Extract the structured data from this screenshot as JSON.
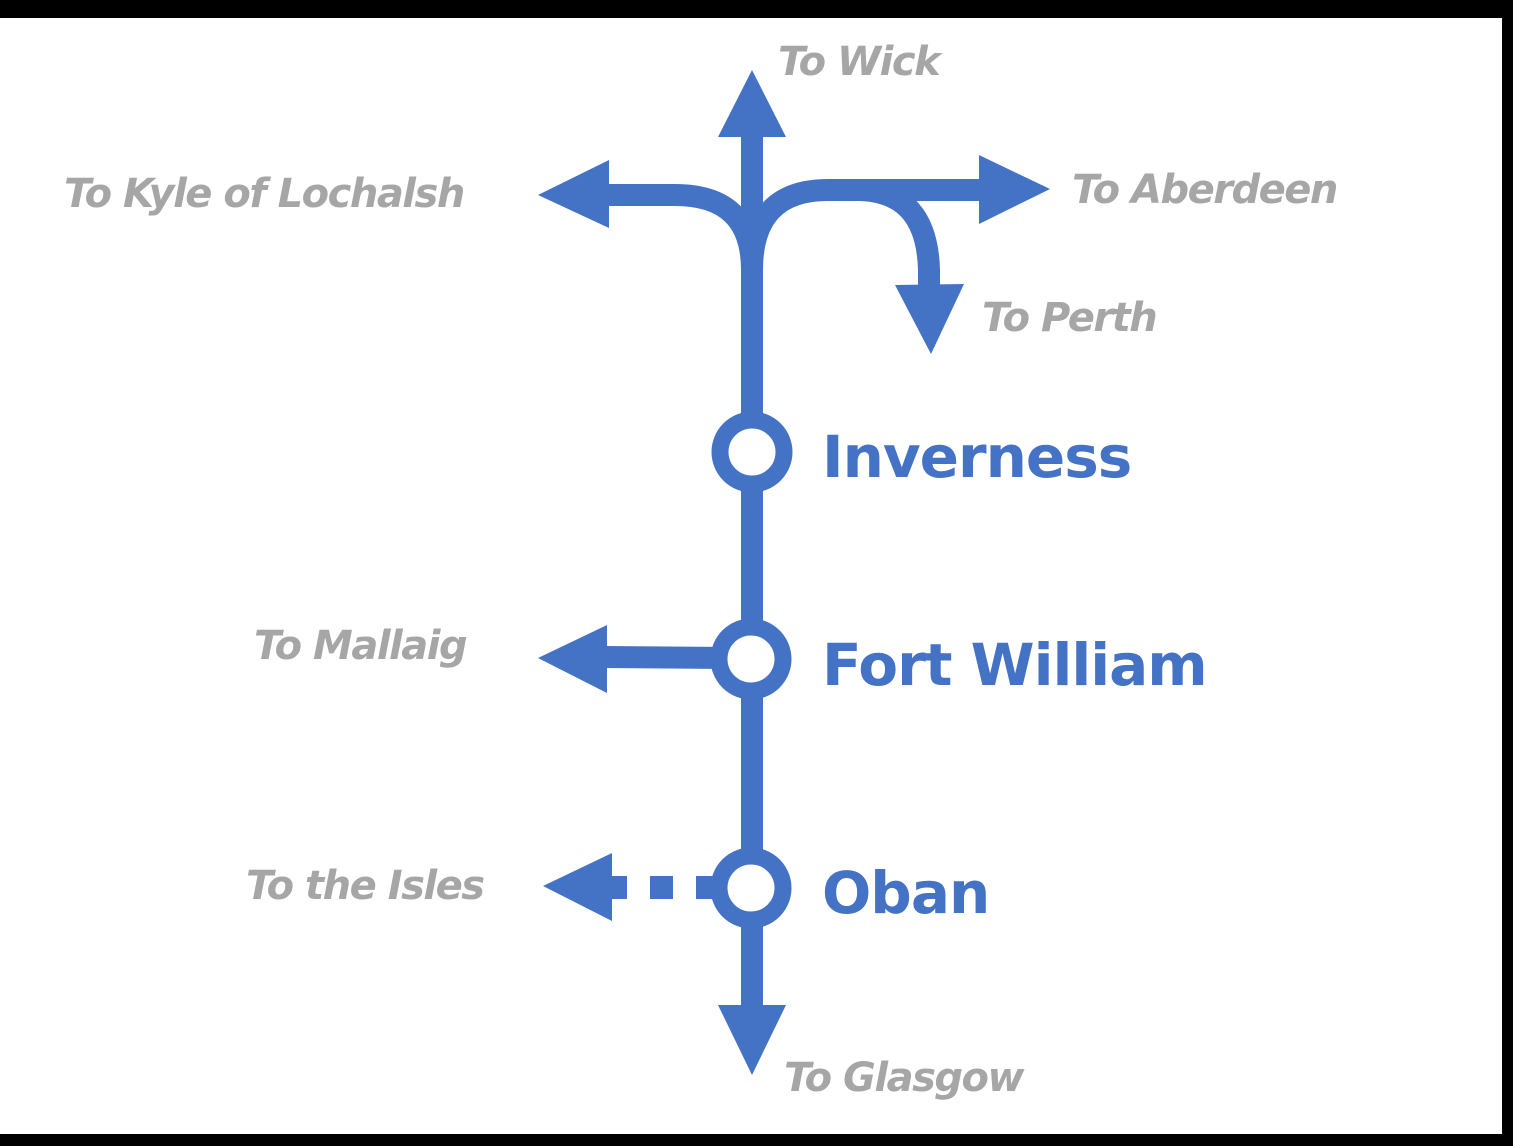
{
  "diagram": {
    "colors": {
      "line": "#4472c4",
      "destination_text": "#a6a6a6",
      "station_text": "#4472c4",
      "background": "#ffffff",
      "frame": "#000000"
    },
    "stations": [
      {
        "name": "Inverness"
      },
      {
        "name": "Fort William"
      },
      {
        "name": "Oban"
      }
    ],
    "destinations": {
      "wick": "To Wick",
      "kyle": "To Kyle of Lochalsh",
      "aberdeen": "To Aberdeen",
      "perth": "To Perth",
      "mallaig": "To Mallaig",
      "isles": "To the Isles",
      "glasgow": "To Glasgow"
    },
    "links": [
      {
        "from": "Inverness",
        "to": "To Wick",
        "direction": "up",
        "style": "solid"
      },
      {
        "from": "Inverness",
        "to": "To Kyle of Lochalsh",
        "direction": "left",
        "style": "solid"
      },
      {
        "from": "Inverness",
        "to": "To Aberdeen",
        "direction": "right",
        "style": "solid"
      },
      {
        "from": "Inverness",
        "to": "To Perth",
        "direction": "down-right",
        "style": "solid"
      },
      {
        "from": "Fort William",
        "to": "To Mallaig",
        "direction": "left",
        "style": "solid"
      },
      {
        "from": "Oban",
        "to": "To the Isles",
        "direction": "left",
        "style": "dashed"
      },
      {
        "from": "Oban",
        "to": "To Glasgow",
        "direction": "down",
        "style": "solid"
      }
    ]
  }
}
